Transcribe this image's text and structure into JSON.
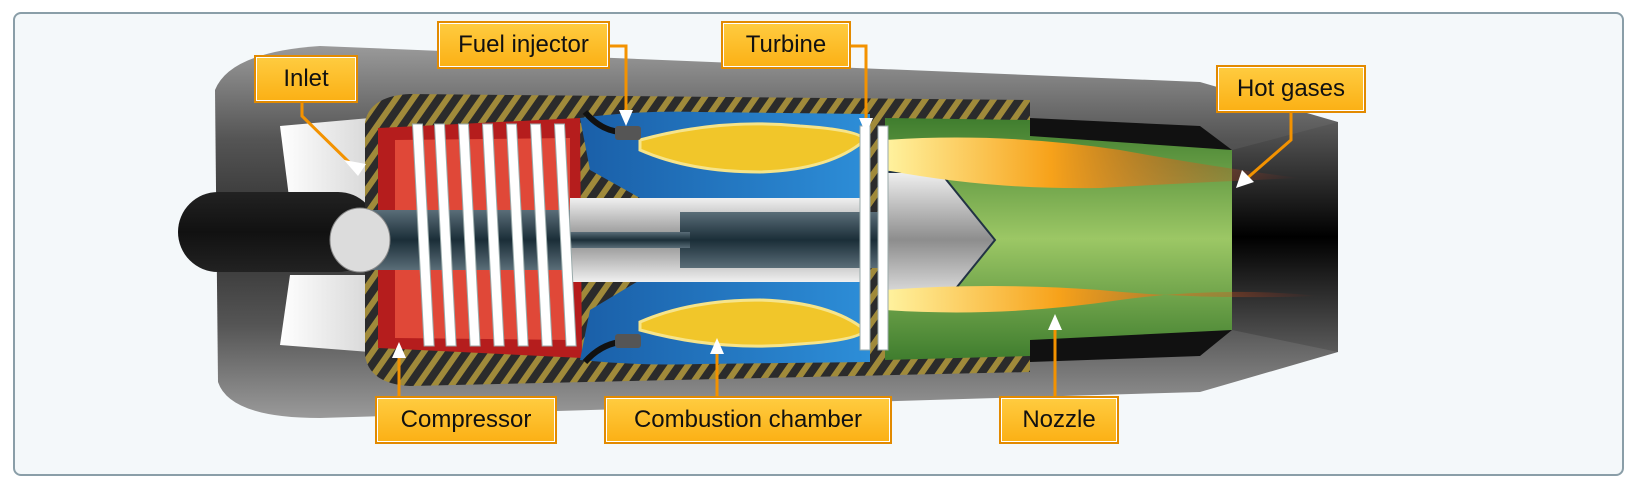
{
  "labels": {
    "inlet": "Inlet",
    "fuel_injector": "Fuel injector",
    "turbine": "Turbine",
    "hot_gases": "Hot gases",
    "compressor": "Compressor",
    "combustion_chamber": "Combustion chamber",
    "nozzle": "Nozzle"
  },
  "colors": {
    "label_fill": "#fbb015",
    "label_border": "#e28a00",
    "leader_line": "#f39200",
    "casing": "#4a4a4a",
    "combustor": "#1f74c4",
    "nozzle_gas": "#8cbf5a",
    "flame": "#f5a020",
    "compressor_red": "#c81e1e"
  }
}
